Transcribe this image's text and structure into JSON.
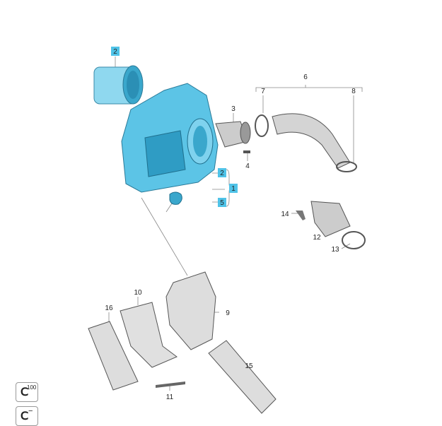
{
  "diagram": {
    "callouts": [
      {
        "id": "c2a",
        "text": "2",
        "highlighted": true
      },
      {
        "id": "c3",
        "text": "3",
        "highlighted": false
      },
      {
        "id": "c4",
        "text": "4",
        "highlighted": false
      },
      {
        "id": "c2b",
        "text": "2",
        "highlighted": true
      },
      {
        "id": "c1",
        "text": "1",
        "highlighted": true
      },
      {
        "id": "c5",
        "text": "5",
        "highlighted": true
      },
      {
        "id": "c6",
        "text": "6",
        "highlighted": false
      },
      {
        "id": "c7",
        "text": "7",
        "highlighted": false
      },
      {
        "id": "c8",
        "text": "8",
        "highlighted": false
      },
      {
        "id": "c14",
        "text": "14",
        "highlighted": false
      },
      {
        "id": "c12",
        "text": "12",
        "highlighted": false
      },
      {
        "id": "c13",
        "text": "13",
        "highlighted": false
      },
      {
        "id": "c9",
        "text": "9",
        "highlighted": false
      },
      {
        "id": "c10",
        "text": "10",
        "highlighted": false
      },
      {
        "id": "c16",
        "text": "16",
        "highlighted": false
      },
      {
        "id": "c15",
        "text": "15",
        "highlighted": false
      },
      {
        "id": "c11",
        "text": "11",
        "highlighted": false
      }
    ],
    "highlight_color": "#4fc3e8",
    "part_color": "#5cc4e6"
  },
  "controls": {
    "zoom_100_label": "100",
    "zoom_out_label": "−"
  }
}
